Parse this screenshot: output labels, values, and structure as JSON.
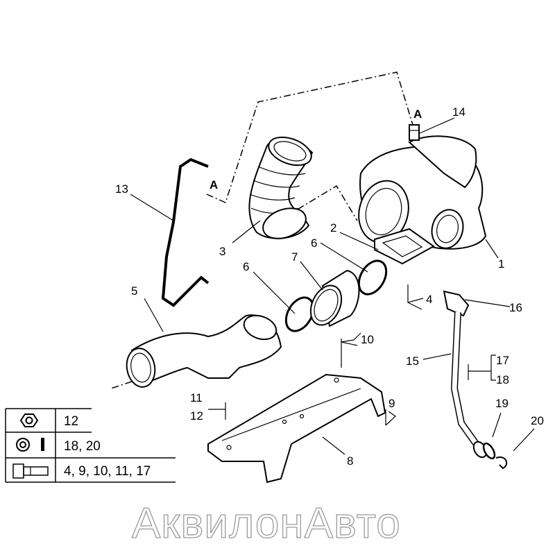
{
  "callouts": {
    "c1": "1",
    "c2": "2",
    "c3": "3",
    "c4": "4",
    "c5": "5",
    "c6a": "6",
    "c6b": "6",
    "c7": "7",
    "c8": "8",
    "c9": "9",
    "c10": "10",
    "c11": "11",
    "c12": "12",
    "c13": "13",
    "c14": "14",
    "c15": "15",
    "c16": "16",
    "c17": "17",
    "c18": "18",
    "c19": "19",
    "c20": "20",
    "refA1": "A",
    "refA2": "A"
  },
  "legend": {
    "rows": [
      {
        "icon": "nut-icon",
        "parts": "12"
      },
      {
        "icon": "washer-icon",
        "parts": "18, 20"
      },
      {
        "icon": "bolt-icon",
        "parts": "4, 9, 10, 11, 17"
      }
    ]
  },
  "watermark": "АквилонАвто"
}
